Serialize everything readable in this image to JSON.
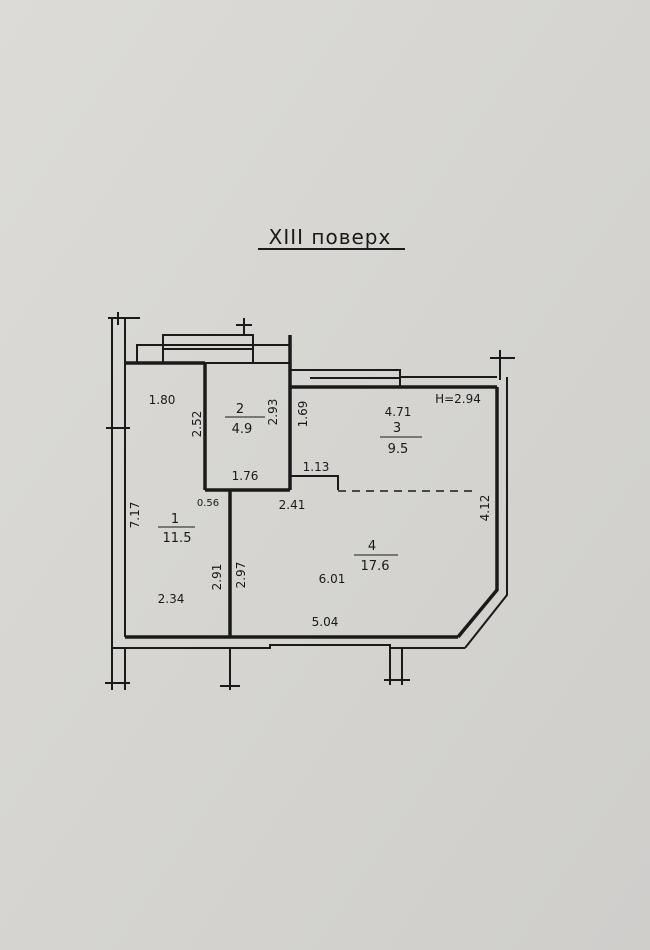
{
  "title": "XIII поверх",
  "general": {
    "ceiling_height": "H=2.94"
  },
  "rooms": [
    {
      "number": "1",
      "area": "11.5"
    },
    {
      "number": "2",
      "area": "4.9"
    },
    {
      "number": "3",
      "area": "9.5"
    },
    {
      "number": "4",
      "area": "17.6"
    }
  ],
  "dimensions": {
    "d180": "1.80",
    "d252": "2.52",
    "d293": "2.93",
    "d169": "1.69",
    "d471": "4.71",
    "d176": "1.76",
    "d113": "1.13",
    "d056": "0.56",
    "d241": "2.41",
    "d412": "4.12",
    "d717": "7.17",
    "d291": "2.91",
    "d297": "2.97",
    "d601": "6.01",
    "d234": "2.34",
    "d504": "5.04"
  }
}
